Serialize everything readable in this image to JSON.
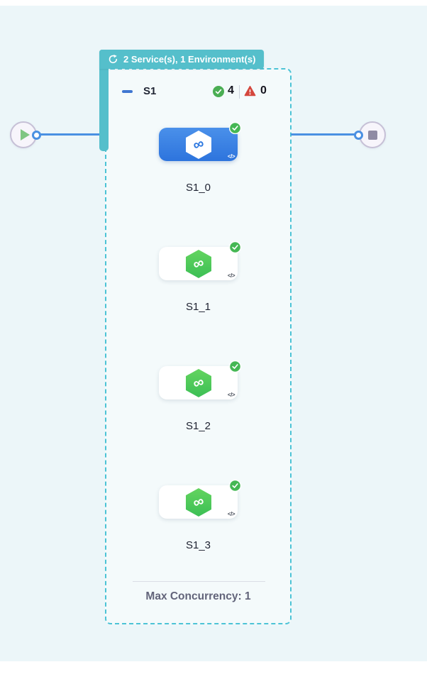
{
  "group_tag": {
    "label": "2 Service(s), 1 Environment(s)",
    "icon": "loop-icon"
  },
  "stage": {
    "name": "S1",
    "success_count": "4",
    "error_count": "0",
    "footer": "Max Concurrency: 1"
  },
  "nodes": [
    {
      "label": "S1_0",
      "state": "selected",
      "icon": "harness-service-icon",
      "status": "success"
    },
    {
      "label": "S1_1",
      "state": "default",
      "icon": "harness-service-icon",
      "status": "success"
    },
    {
      "label": "S1_2",
      "state": "default",
      "icon": "harness-service-icon",
      "status": "success"
    },
    {
      "label": "S1_3",
      "state": "default",
      "icon": "harness-service-icon",
      "status": "success"
    }
  ],
  "code_icon_glyph": "</>",
  "infinity_glyph": "∞",
  "terminals": {
    "start": "play",
    "end": "stop"
  },
  "colors": {
    "canvas": "#ecf6f9",
    "tag_teal": "#55bfcb",
    "dashed_border": "#4cc3d6",
    "connector_blue": "#4a90e2",
    "selected_node_blue": "#3b82e3",
    "service_green": "#45c75c",
    "success_green": "#4aae53",
    "error_red": "#d4473d"
  }
}
